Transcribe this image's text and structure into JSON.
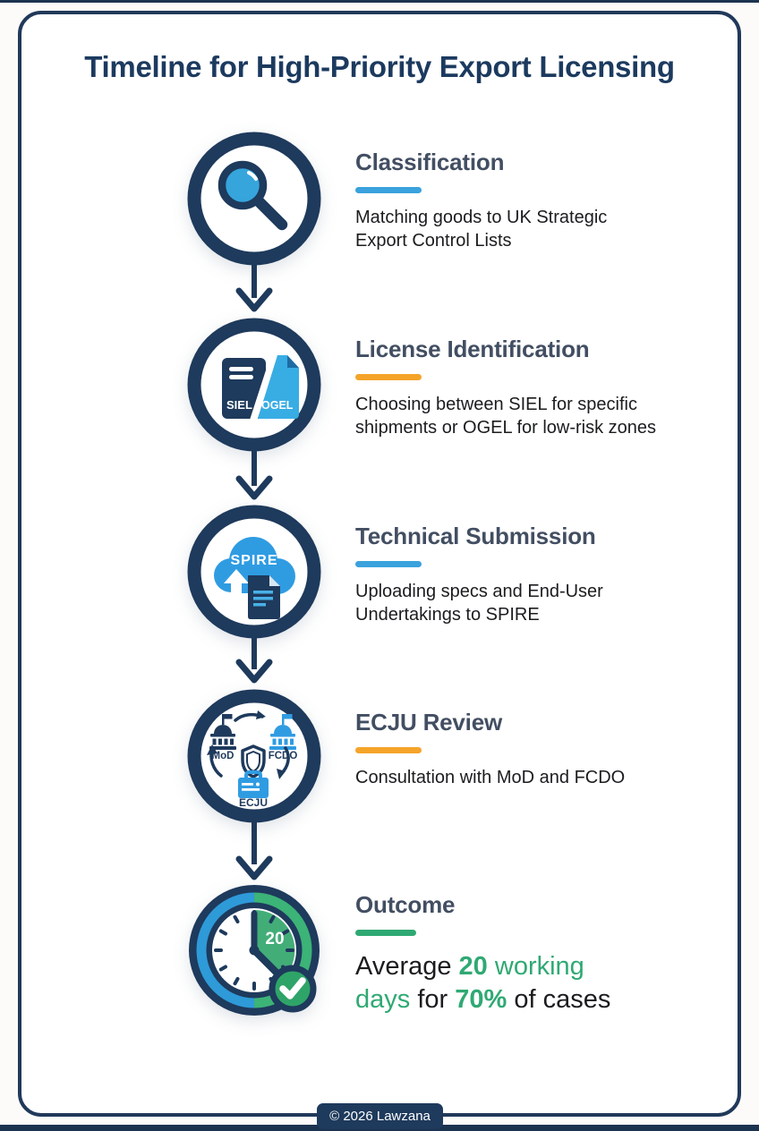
{
  "page": {
    "title": "Timeline for High-Priority Export Licensing"
  },
  "colors": {
    "navy": "#1e3a5c",
    "heading_slate": "#424e62",
    "blue_accent": "#3aa2dc",
    "orange_accent": "#f5a42a",
    "green_accent": "#2fa973",
    "body_text": "#1b1c1e"
  },
  "steps": [
    {
      "title": "Classification",
      "accent_color": "#3aa2dc",
      "icon": "magnifying-glass",
      "description": "Matching goods to UK Strategic Export Control Lists"
    },
    {
      "title": "License Identification",
      "accent_color": "#f5a42a",
      "icon": "siel-ogel-documents",
      "icon_labels": {
        "siel": "SIEL",
        "ogel": "OGEL"
      },
      "description": "Choosing between SIEL for specific shipments or OGEL for low-risk zones"
    },
    {
      "title": "Technical Submission",
      "accent_color": "#3aa2dc",
      "icon": "spire-cloud-upload",
      "icon_labels": {
        "cloud": "SPIRE"
      },
      "description": "Uploading specs and End-User Undertakings to SPIRE"
    },
    {
      "title": "ECJU Review",
      "accent_color": "#f5a42a",
      "icon": "ecju-consultation-cycle",
      "icon_labels": {
        "left": "MoD",
        "right": "FCDO",
        "bottom": "ECJU"
      },
      "description": "Consultation with MoD and FCDO"
    },
    {
      "title": "Outcome",
      "accent_color": "#2fa973",
      "icon": "clock-20-days-check",
      "icon_labels": {
        "days": "20"
      },
      "description_parts": [
        {
          "text": "Average ",
          "color": "#1b1c1e",
          "bold": false
        },
        {
          "text": "20",
          "color": "#2fa973",
          "bold": true
        },
        {
          "text": " working days ",
          "color": "#2fa973",
          "bold": false
        },
        {
          "text": "for ",
          "color": "#1b1c1e",
          "bold": false
        },
        {
          "text": "70%",
          "color": "#2fa973",
          "bold": true
        },
        {
          "text": " of cases",
          "color": "#1b1c1e",
          "bold": false
        }
      ]
    }
  ],
  "footer": {
    "copyright": "© 2026 Lawzana"
  }
}
